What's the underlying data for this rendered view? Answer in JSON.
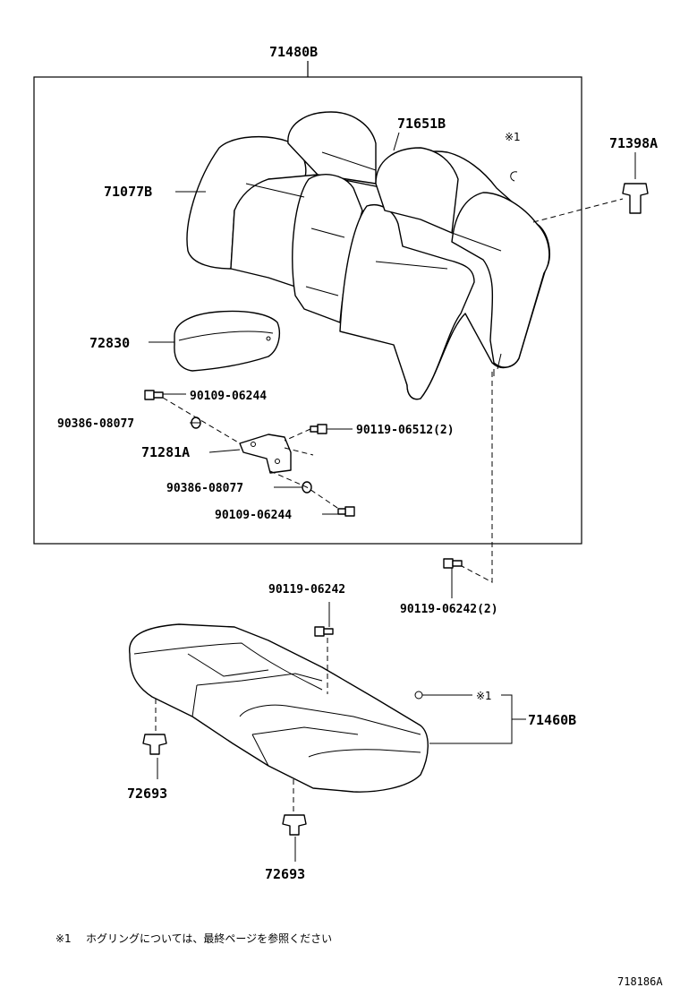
{
  "labels": {
    "seatback_assy": "71480B",
    "backrest_cover_right": "71651B",
    "backrest_cover_left": "71077B",
    "note_mark_top": "※1",
    "cover_clip": "71398A",
    "armrest": "72830",
    "bolt_a_top": "90109-06244",
    "washer_a_top": "90386-08077",
    "bolt_b": "90119-06512(2)",
    "hinge": "71281A",
    "washer_a_bottom": "90386-08077",
    "bolt_a_bottom": "90109-06244",
    "bolt_c_left": "90119-06242",
    "bolt_c_right": "90119-06242(2)",
    "note_mark_cushion": "※1",
    "cushion_assy": "71460B",
    "clip_left": "72693",
    "clip_bottom": "72693"
  },
  "footnote": {
    "mark": "※1",
    "text": "ホグリングについては、最終ページを参照ください"
  },
  "diagram_code": "718186A"
}
